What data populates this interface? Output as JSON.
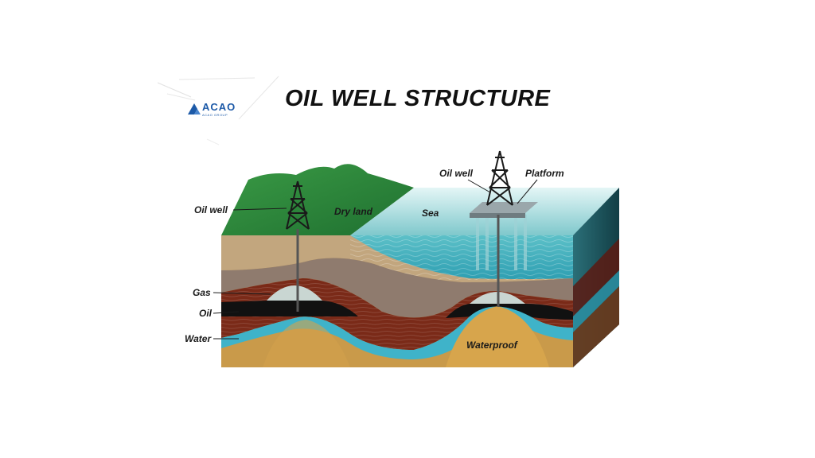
{
  "title": "OIL WELL STRUCTURE",
  "logo": {
    "text": "ACAO",
    "subtext": "ACAO GROUP"
  },
  "labels": {
    "oil_well_left": "Oil well",
    "dry_land": "Dry land",
    "sea": "Sea",
    "oil_well_right": "Oil well",
    "platform": "Platform",
    "gas": "Gas",
    "oil": "Oil",
    "water": "Water",
    "waterproof": "Waterproof"
  },
  "colors": {
    "land": "#2e8b3a",
    "sea_surface": "#6fc3c6",
    "sand_layer": "#c2a67e",
    "gray_layer": "#8f7b6e",
    "rock_layer": "#7a2a18",
    "oil": "#111111",
    "water": "#3fb3c9",
    "base": "#c99a4a",
    "brand": "#1d5aa8"
  }
}
